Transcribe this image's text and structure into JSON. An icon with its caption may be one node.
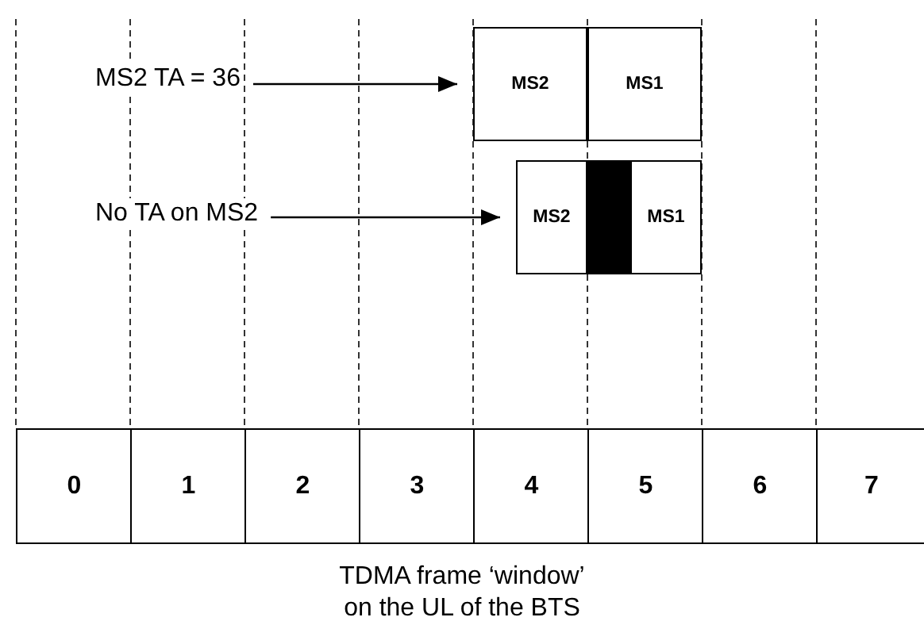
{
  "diagram": {
    "caption": "TDMA frame ‘window’ on the UL of the BTS",
    "nodes": [
      {
        "text": [
          "MS2 TA = 36"
        ]
      },
      {
        "text": [
          "MS2"
        ]
      },
      {
        "text": [
          "MS1"
        ]
      },
      {
        "text": [
          "No TA on MS2"
        ]
      },
      {
        "text": [
          "MS2"
        ]
      },
      {
        "text": [],
        "shape": "bar"
      },
      {
        "text": [
          "MS1"
        ]
      },
      {
        "text": [
          "0"
        ]
      },
      {
        "text": [
          "1"
        ]
      },
      {
        "text": [
          "2"
        ]
      },
      {
        "text": [
          "3"
        ]
      },
      {
        "text": [
          "4"
        ]
      },
      {
        "text": [
          "5"
        ]
      },
      {
        "text": [
          "6"
        ]
      },
      {
        "text": [
          "7"
        ]
      }
    ],
    "edges": [
      {
        "from": 0,
        "to": 1,
        "arrow": "to"
      },
      {
        "from": 3,
        "to": 4,
        "arrow": "to"
      }
    ]
  }
}
